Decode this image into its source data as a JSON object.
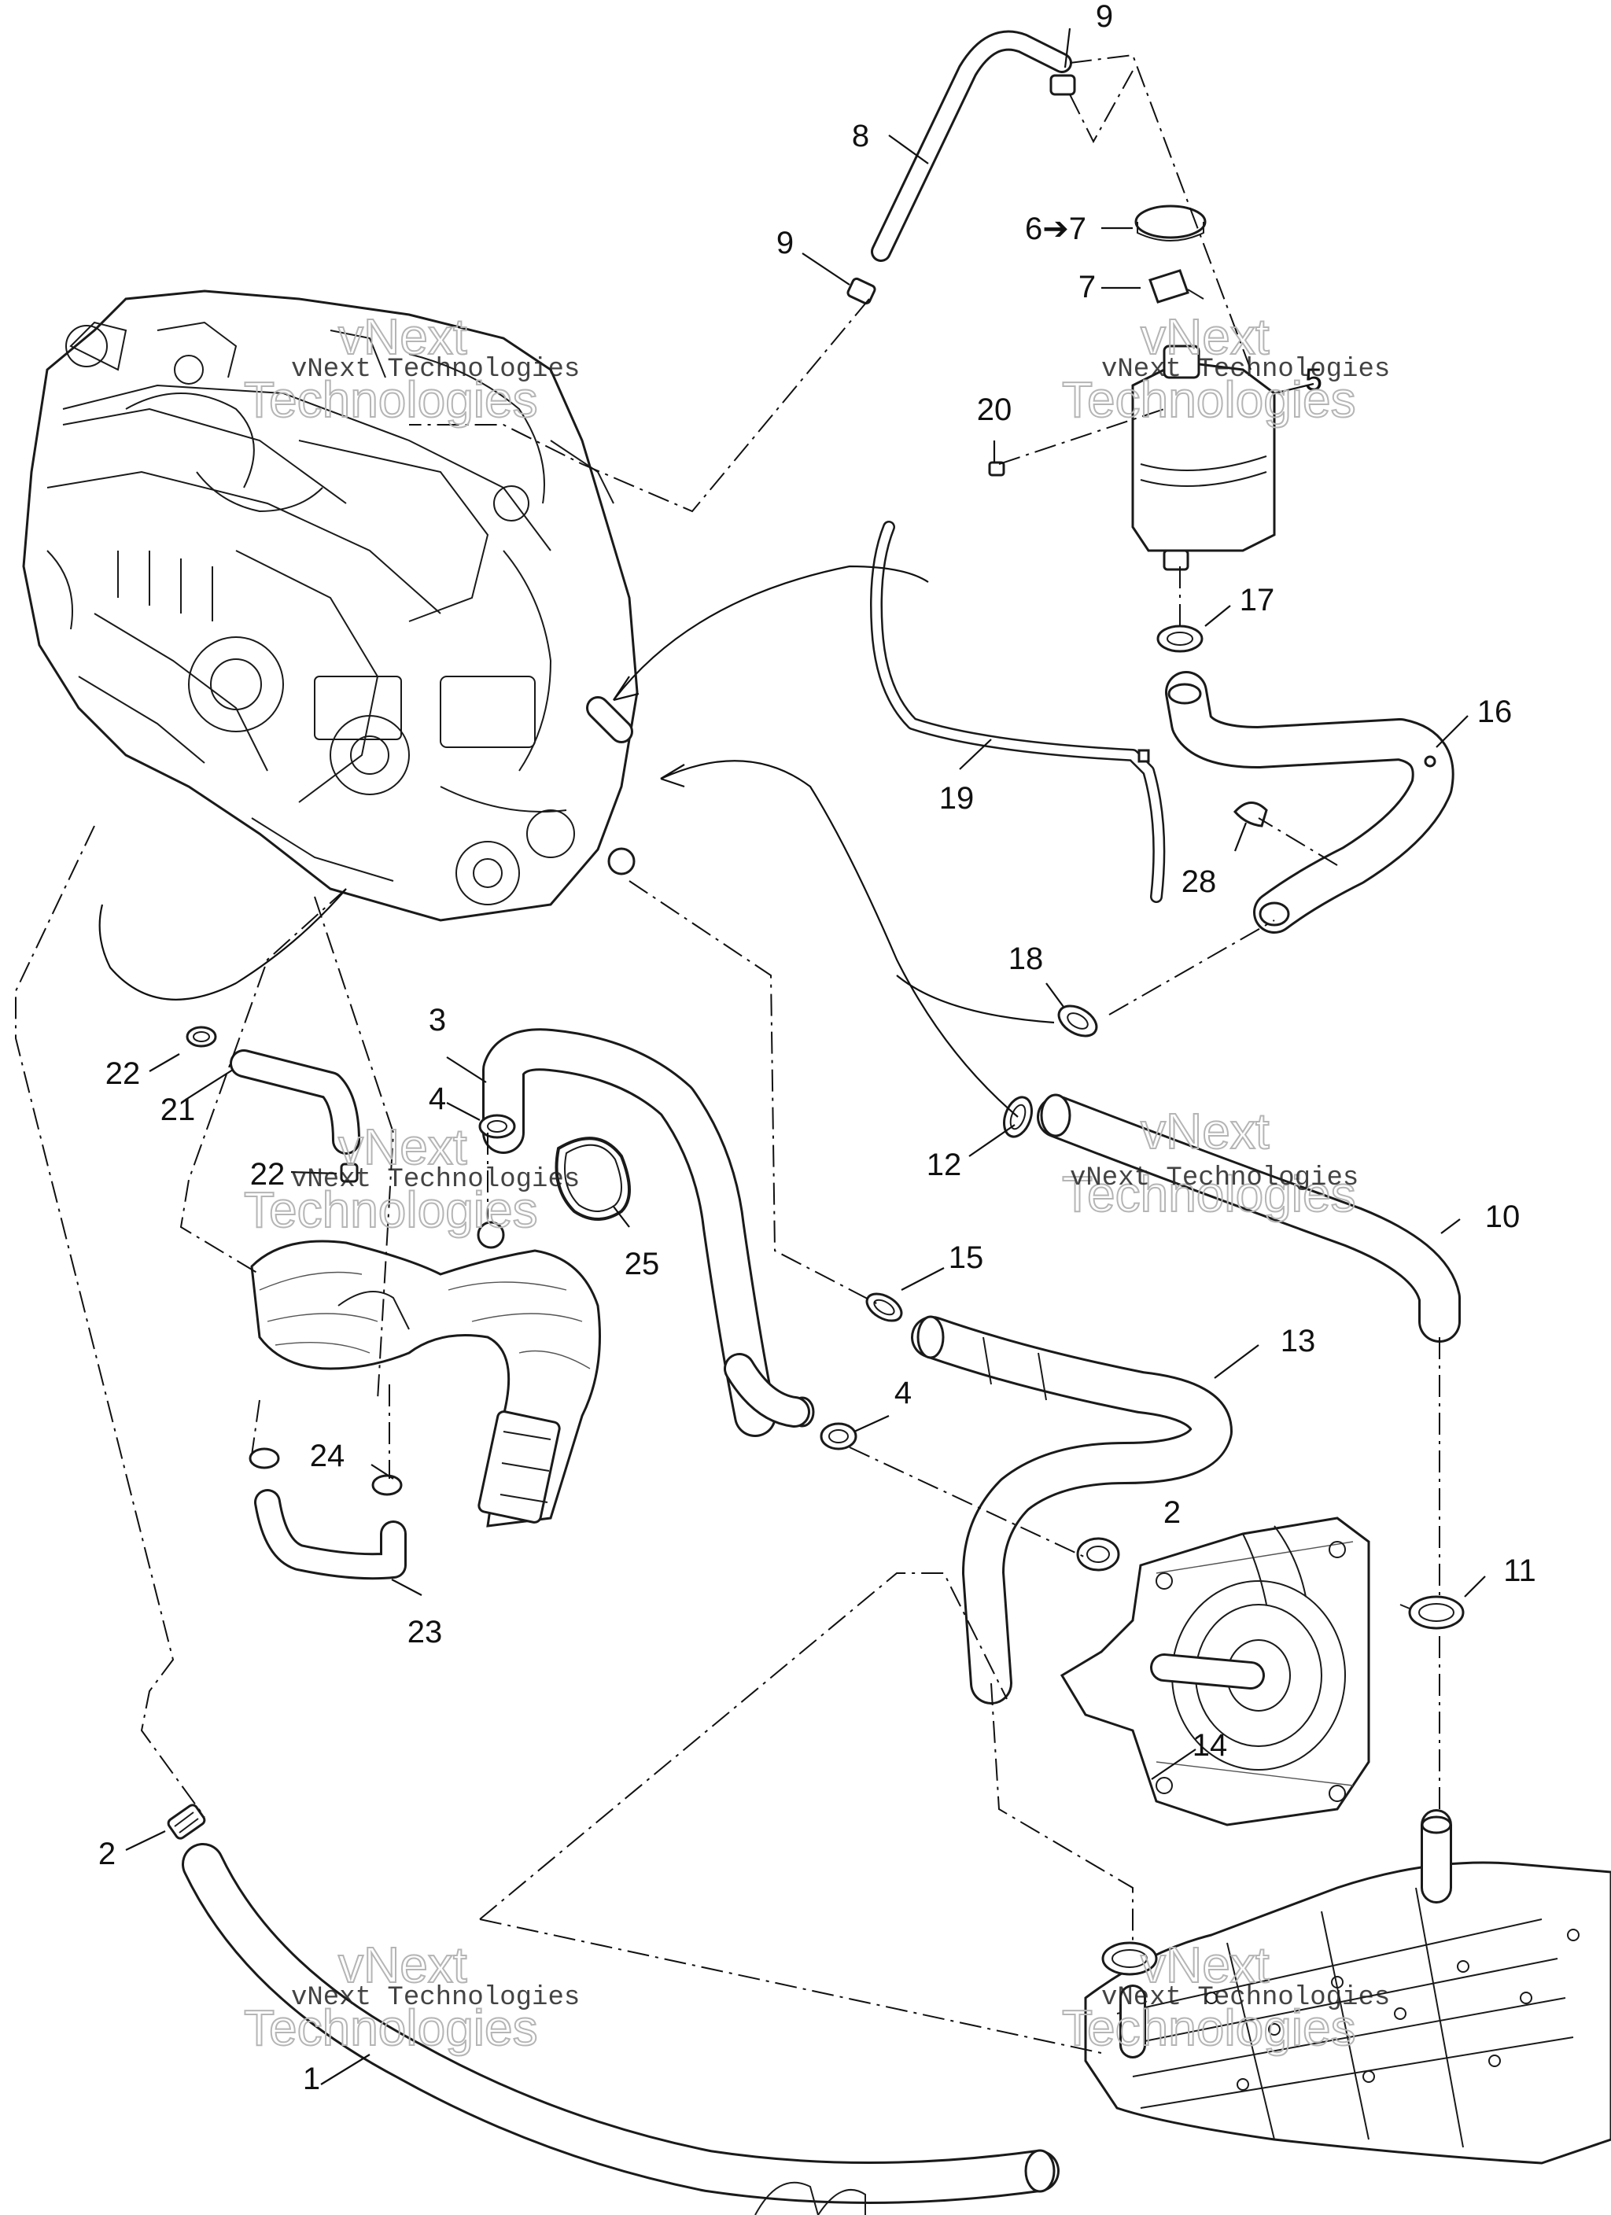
{
  "watermark": {
    "line1": "vNext Technologies",
    "line2a": "vNext",
    "line2b": "Technologies"
  },
  "callouts": {
    "c1": "1",
    "c2a": "2",
    "c2b": "2",
    "c3": "3",
    "c4a": "4",
    "c4b": "4",
    "c5": "5",
    "c6": "6➔7",
    "c7": "7",
    "c8": "8",
    "c9a": "9",
    "c9b": "9",
    "c10": "10",
    "c11": "11",
    "c12": "12",
    "c13": "13",
    "c14": "14",
    "c15": "15",
    "c16": "16",
    "c17": "17",
    "c18": "18",
    "c19": "19",
    "c20": "20",
    "c21": "21",
    "c22a": "22",
    "c22b": "22",
    "c23": "23",
    "c24": "24",
    "c25": "25",
    "c28": "28"
  }
}
